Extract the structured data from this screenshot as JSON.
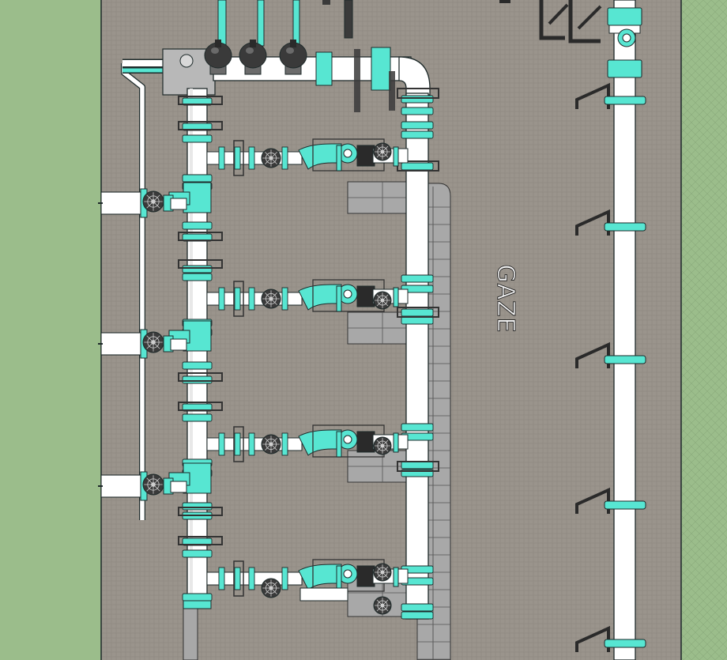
{
  "drawing": {
    "room_label": "GAZE"
  },
  "colors": {
    "grass": "#9bbd8b",
    "floor": "#9a948c",
    "pipe_white": "#ffffff",
    "fitting_cyan": "#57e6d2",
    "outline": "#1e2a2a",
    "valve_dark": "#3a3a3a",
    "pad_gray": "#a8a8a8"
  },
  "equipment": {
    "pump_stations": 4,
    "gas_tanks": 3,
    "wall_inlets": 3,
    "right_pipe_clamps": 7
  }
}
